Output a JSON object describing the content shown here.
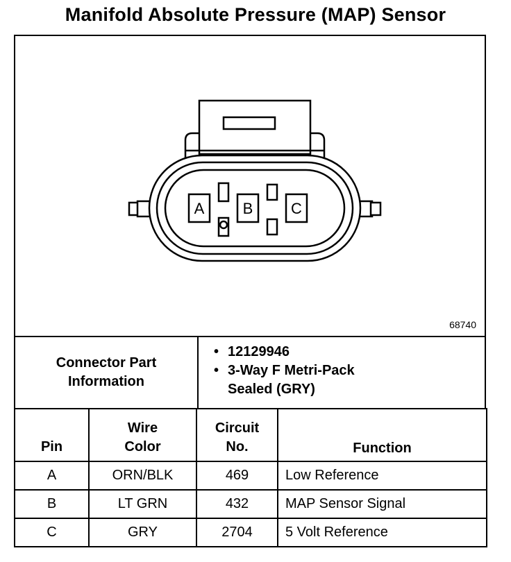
{
  "title": "Manifold Absolute Pressure (MAP) Sensor",
  "figure_id": "68740",
  "connector": {
    "pin_labels": [
      "A",
      "B",
      "C"
    ]
  },
  "connector_info": {
    "label_line1": "Connector Part",
    "label_line2": "Information",
    "bullet": "•",
    "part_number": "12129946",
    "description_line1": "3-Way F Metri-Pack",
    "description_line2": "Sealed (GRY)"
  },
  "table": {
    "headers": {
      "pin": "Pin",
      "wire_color_line1": "Wire",
      "wire_color_line2": "Color",
      "circuit_line1": "Circuit",
      "circuit_line2": "No.",
      "function": "Function"
    },
    "rows": [
      {
        "pin": "A",
        "wire_color": "ORN/BLK",
        "circuit": "469",
        "function": "Low Reference"
      },
      {
        "pin": "B",
        "wire_color": "LT GRN",
        "circuit": "432",
        "function": "MAP Sensor Signal"
      },
      {
        "pin": "C",
        "wire_color": "GRY",
        "circuit": "2704",
        "function": "5 Volt Reference"
      }
    ]
  }
}
